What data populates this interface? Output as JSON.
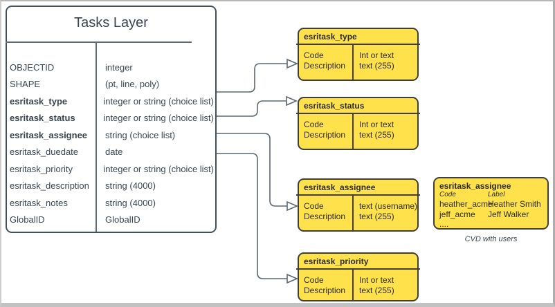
{
  "main_table": {
    "title": "Tasks Layer",
    "rows": [
      {
        "field": "OBJECTID",
        "type": "integer"
      },
      {
        "field": "SHAPE",
        "type": "(pt, line, poly)"
      },
      {
        "field": "esritask_type",
        "type": "integer or string (choice list)"
      },
      {
        "field": "esritask_status",
        "type": "integer or string (choice list)"
      },
      {
        "field": "esritask_assignee",
        "type": "string (choice list)"
      },
      {
        "field": "esritask_duedate",
        "type": "date"
      },
      {
        "field": "esritask_priority",
        "type": "integer or string (choice list)"
      },
      {
        "field": "esritask_description",
        "type": "string (4000)"
      },
      {
        "field": "esritask_notes",
        "type": "string (4000)"
      },
      {
        "field": "GlobalID",
        "type": "GlobalID"
      }
    ]
  },
  "domain_boxes": [
    {
      "title": "esritask_type",
      "left_rows": [
        "Code",
        "Description"
      ],
      "right_rows": [
        "Int or text",
        "text (255)"
      ]
    },
    {
      "title": "esritask_status",
      "left_rows": [
        "Code",
        "Description"
      ],
      "right_rows": [
        "Int or text",
        "text (255)"
      ]
    },
    {
      "title": "esritask_assignee",
      "left_rows": [
        "Code",
        "Description"
      ],
      "right_rows": [
        "text  (username)",
        "text (255)"
      ]
    },
    {
      "title": "esritask_priority",
      "left_rows": [
        "Code",
        "Description"
      ],
      "right_rows": [
        "Int or text",
        "text (255)"
      ]
    }
  ],
  "users_box": {
    "title": "esritask_assignee",
    "col_headers": [
      "Code",
      "Label"
    ],
    "rows": [
      {
        "code": "heather_acme",
        "label": "Heather Smith"
      },
      {
        "code": "jeff_acme",
        "label": "Jeff Walker"
      },
      {
        "code": "....",
        "label": ""
      }
    ],
    "caption": "CVD with users"
  },
  "colors": {
    "domain_fill": "#ffe14c",
    "domain_border": "#3f3f37",
    "table_border": "#42515c",
    "text": "#3a4550",
    "connector": "#5b6770"
  }
}
